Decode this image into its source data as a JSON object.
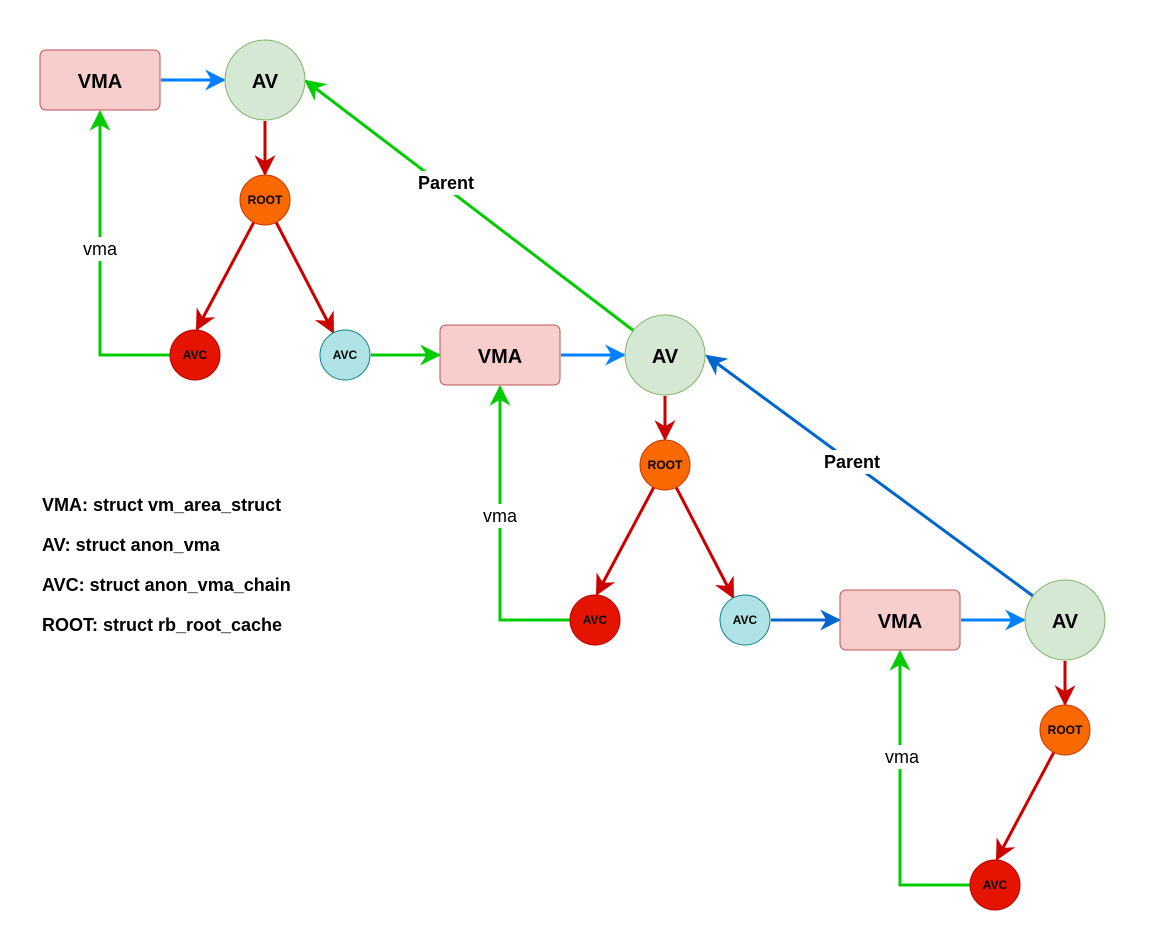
{
  "colors": {
    "vma_fill": "#f8cecc",
    "vma_stroke": "#b85450",
    "av_fill": "#d5e8d4",
    "av_stroke": "#82b366",
    "root_fill": "#fa6800",
    "root_stroke": "#c73500",
    "avc_red_fill": "#e51400",
    "avc_red_stroke": "#b20000",
    "avc_blue_fill": "#b0e3e6",
    "avc_blue_stroke": "#0e8088",
    "edge_blue": "#007fff",
    "edge_red": "#cc0000",
    "edge_green": "#00cc00",
    "parent_blue": "#0066cc"
  },
  "nodes": {
    "vma_1": "VMA",
    "av_1": "AV",
    "root_1": "ROOT",
    "avc_1a": "AVC",
    "avc_1b": "AVC",
    "vma_2": "VMA",
    "av_2": "AV",
    "root_2": "ROOT",
    "avc_2a": "AVC",
    "avc_2b": "AVC",
    "vma_3": "VMA",
    "av_3": "AV",
    "root_3": "ROOT",
    "avc_3a": "AVC"
  },
  "edge_labels": {
    "vma_1": "vma",
    "vma_2": "vma",
    "vma_3": "vma",
    "parent_1": "Parent",
    "parent_2": "Parent"
  },
  "legend": [
    "VMA: struct vm_area_struct",
    "AV: struct anon_vma",
    "AVC: struct anon_vma_chain",
    "ROOT: struct rb_root_cache"
  ]
}
